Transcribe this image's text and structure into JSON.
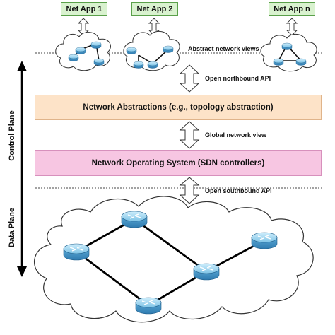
{
  "apps": [
    {
      "label": "Net App 1"
    },
    {
      "label": "Net App 2"
    },
    {
      "label": "Net App n"
    }
  ],
  "labels": {
    "abstract_views": "Abstract network views",
    "northbound_api": "Open northbound API",
    "global_view": "Global network view",
    "southbound_api": "Open southbound API"
  },
  "layers": {
    "abstractions": "Network Abstractions (e.g., topology abstraction)",
    "nos": "Network Operating System (SDN controllers)"
  },
  "planes": {
    "control": "Control Plane",
    "data": "Data Plane"
  },
  "colors": {
    "app_fill": "#d9f2cf",
    "abstraction_fill": "#fde3c8",
    "nos_fill": "#f7c6e2",
    "router_fill": "#7ec3e6"
  }
}
